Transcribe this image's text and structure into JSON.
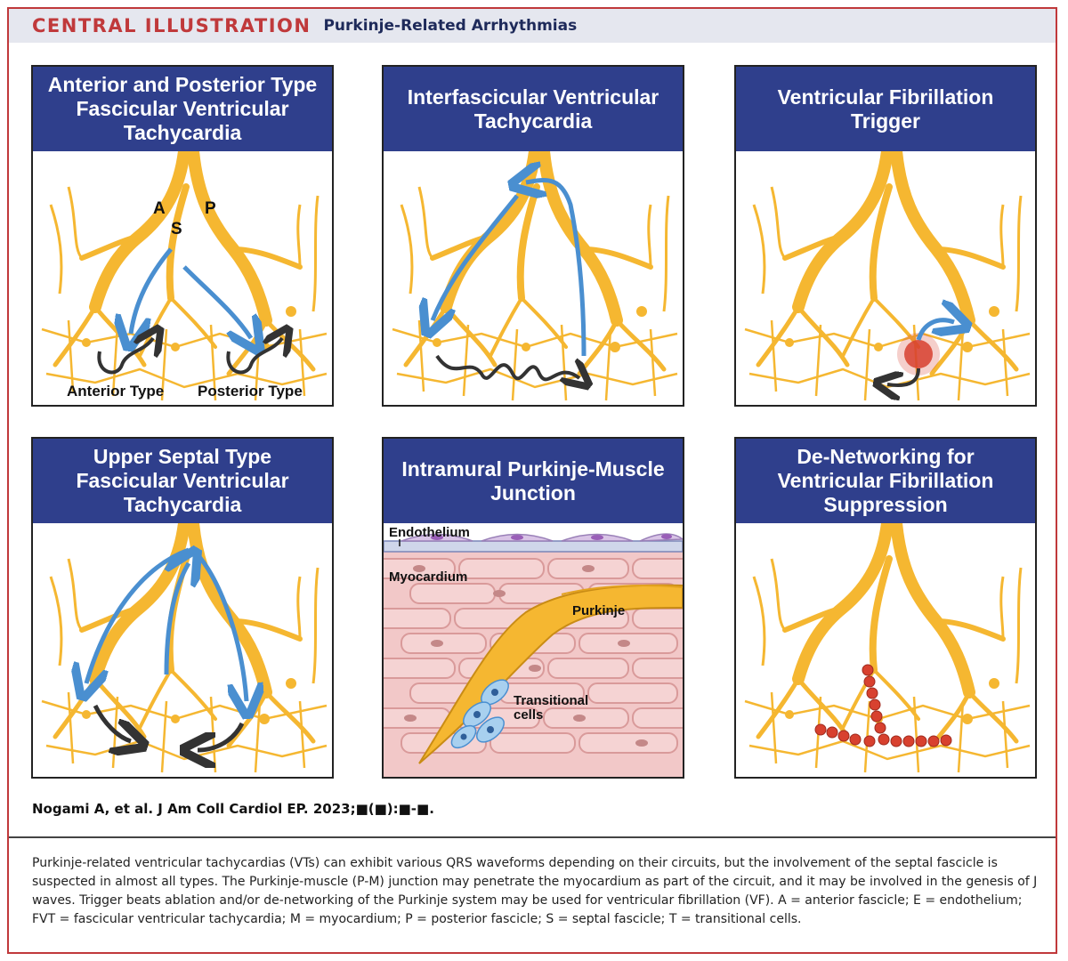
{
  "header": {
    "central": "CENTRAL ILLUSTRATION",
    "title": "Purkinje-Related Arrhythmias"
  },
  "panels": [
    {
      "title": "Anterior and Posterior Type\nFascicular Ventricular\nTachycardia",
      "labels": {
        "a": "A",
        "s": "S",
        "p": "P",
        "anterior": "Anterior Type",
        "posterior": "Posterior Type"
      }
    },
    {
      "title": "Interfascicular Ventricular\nTachycardia"
    },
    {
      "title": "Ventricular Fibrillation\nTrigger"
    },
    {
      "title": "Upper Septal Type\nFascicular Ventricular\nTachycardia"
    },
    {
      "title": "Intramural Purkinje-Muscle\nJunction",
      "labels": {
        "endothelium": "Endothelium",
        "myocardium": "Myocardium",
        "purkinje": "Purkinje",
        "transitional1": "Transitional",
        "transitional2": "cells"
      }
    },
    {
      "title": "De-Networking for\nVentricular Fibrillation\nSuppression"
    }
  ],
  "citation": "Nogami A, et al. J Am Coll Cardiol EP. 2023;■(■):■-■.",
  "caption": "Purkinje-related ventricular tachycardias (VTs) can exhibit various QRS waveforms depending on their circuits, but the involvement of the septal fascicle is suspected in almost all types. The Purkinje-muscle (P-M) junction may penetrate the myocardium as part of the circuit, and it may be involved in the genesis of J waves. Trigger beats ablation and/or de-networking of the Purkinje system may be used for ventricular fibrillation (VF). A = anterior fascicle; E = endothelium; FVT = fascicular ventricular tachycardia; M = myocardium; P = posterior fascicle; S = septal fascicle; T = transitional cells.",
  "colors": {
    "accent": "#c0393b",
    "panel_title_bg": "#2f3f8c",
    "purkinje": "#f5b731",
    "arrow_blue": "#4a8fd0",
    "arrow_dark": "#333333",
    "ablation": "#d8412f"
  }
}
